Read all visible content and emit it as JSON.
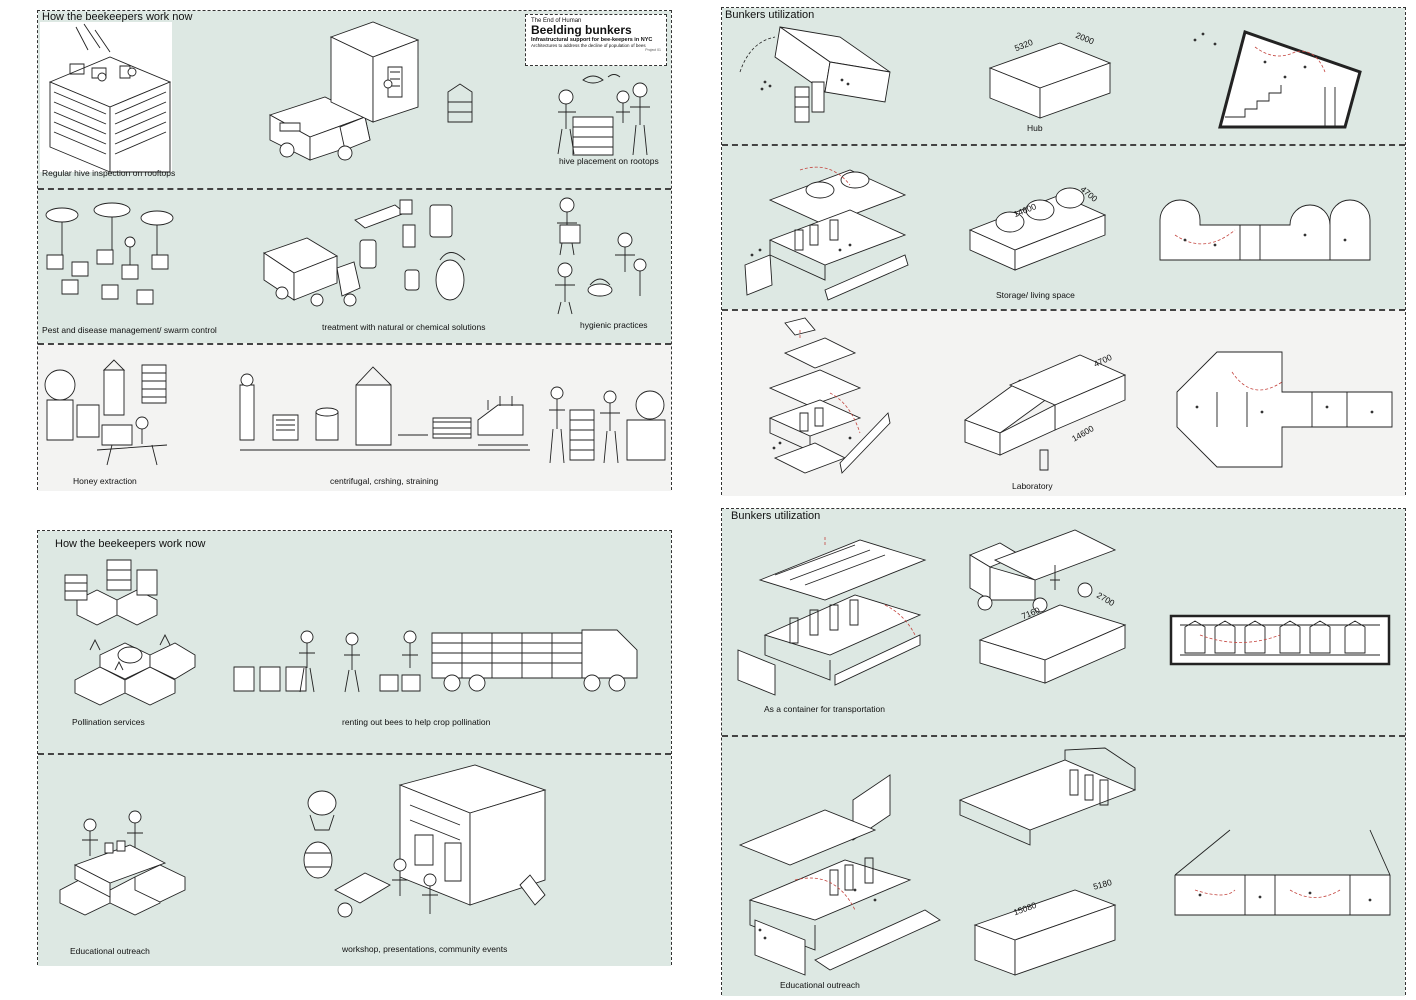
{
  "top_left": {
    "section_title": "How the beekeepers work now",
    "title_block": {
      "kicker": "The End of Human",
      "title": "Beelding bunkers",
      "subtitle": "Infrastructural support for bee-keepers in NYC",
      "tagline": "Architectures to address the decline of population of bees",
      "credit": "Project 01"
    },
    "captions": {
      "hive_inspection": "Regular hive inspection on rooftops",
      "hive_placement": "hive placement on rootops",
      "pest_management": "Pest and disease management/ swarm control",
      "treatment": "treatment with natural or chemical solutions",
      "hygienic": "hygienic practices",
      "honey_extraction": "Honey extraction",
      "centrifugal": "centrifugal, crshing, straining"
    }
  },
  "bottom_left": {
    "section_title": "How the beekeepers work now",
    "captions": {
      "pollination": "Pollination services",
      "renting": "renting out bees to help crop pollination",
      "educational": "Educational outreach",
      "workshop": "workshop, presentations, community events"
    }
  },
  "top_right": {
    "section_title": "Bunkers utilization",
    "captions": {
      "hub": "Hub",
      "storage": "Storage/ living space",
      "laboratory": "Laboratory"
    },
    "dimensions": {
      "hub_length": "5320",
      "hub_width": "2000",
      "storage_length": "14600",
      "storage_width": "4700",
      "lab_length": "14600",
      "lab_width": "4700"
    }
  },
  "bottom_right": {
    "section_title": "Bunkers utilization",
    "captions": {
      "container": "As a container for transportation",
      "educational": "Educational outreach"
    },
    "dimensions": {
      "container_length": "7160",
      "container_width": "2700",
      "edu_length": "15080",
      "edu_width": "5180"
    }
  },
  "colors": {
    "mint_band": "#dde8e3",
    "gray_band": "#f3f3f2",
    "accent_red": "#c4453f",
    "ink": "#222222"
  }
}
